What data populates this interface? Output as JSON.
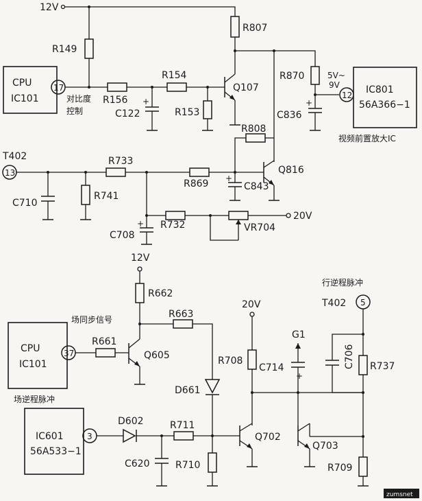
{
  "supply": {
    "v12_top": "12V",
    "v12_mid": "12V",
    "v20_mid": "20V",
    "v20_bot": "20V",
    "g1": "G1"
  },
  "ic": {
    "cpu1_line1": "CPU",
    "cpu1_line2": "IC101",
    "cpu1_pin": "17",
    "cpu1_note1": "对比度",
    "cpu1_note2": "控制",
    "ic801_line1": "IC801",
    "ic801_line2": "56A366−1",
    "ic801_pin": "12",
    "ic801_caption": "视频前置放大IC",
    "ic801_input": "5V~\n9V",
    "cpu2_line1": "CPU",
    "cpu2_line2": "IC101",
    "cpu2_pin": "37",
    "cpu2_caption_top": "场同步信号",
    "cpu2_caption_bottom": "场逆程脉冲",
    "ic601_line1": "IC601",
    "ic601_line2": "56A533−1",
    "ic601_pin": "3",
    "t402a": "T402",
    "t402a_pin": "13",
    "t402b": "T402",
    "t402b_pin": "5",
    "t402b_caption": "行逆程脉冲"
  },
  "parts": {
    "r149": "R149",
    "r156": "R156",
    "r154": "R154",
    "r807": "R807",
    "q107": "Q107",
    "r153": "R153",
    "c122": "C122",
    "r870": "R870",
    "c836": "C836",
    "r808": "R808",
    "q816": "Q816",
    "r733": "R733",
    "r869": "R869",
    "c843": "C843",
    "c710": "C710",
    "r741": "R741",
    "r732": "R732",
    "vr704": "VR704",
    "c708": "C708",
    "r662": "R662",
    "r663": "R663",
    "r661": "R661",
    "q605": "Q605",
    "d661": "D661",
    "r708": "R708",
    "c714": "C714",
    "c706": "C706",
    "r737": "R737",
    "d602": "D602",
    "r711": "R711",
    "c620": "C620",
    "r710": "R710",
    "q702": "Q702",
    "q703": "Q703",
    "r709": "R709"
  },
  "watermark": "zumsnet"
}
